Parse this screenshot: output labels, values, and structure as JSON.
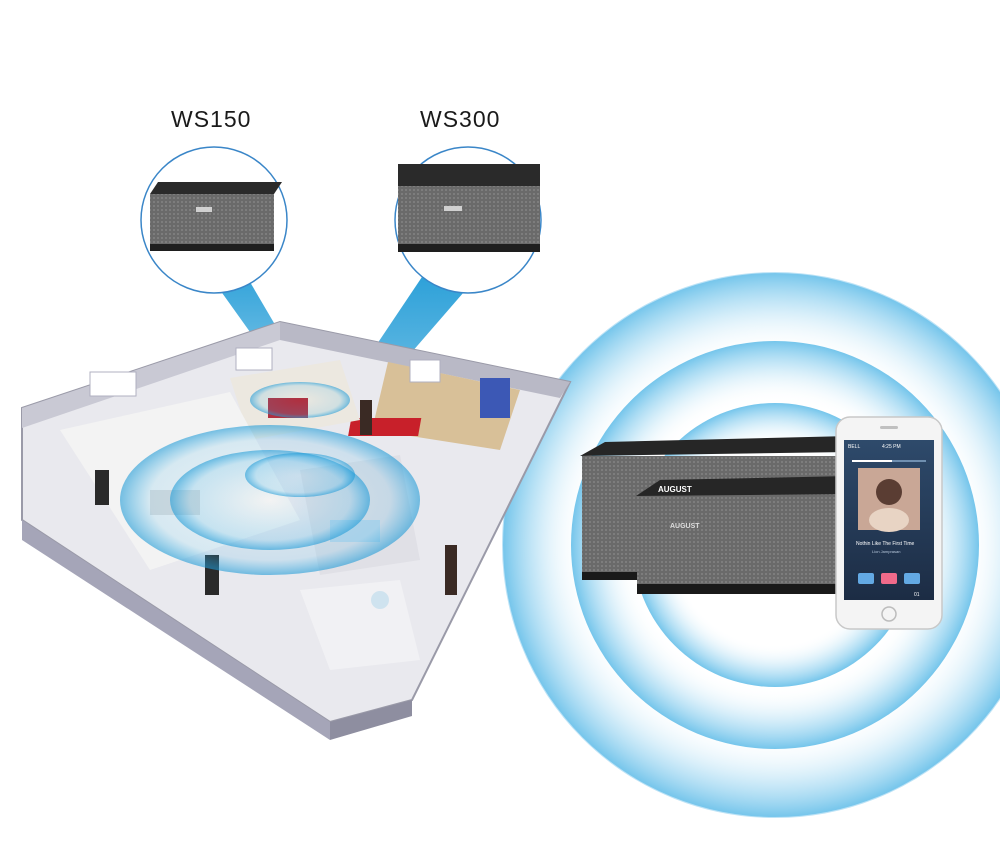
{
  "labels": {
    "ws150": "WS150",
    "ws300": "WS300"
  },
  "brand": {
    "name": "AUGUST"
  },
  "phone": {
    "status_carrier": "BELL",
    "status_time": "4:25 PM",
    "track_title": "Nothin Like The First Time",
    "track_artist": "Lion Jamprasan",
    "badge": "01"
  },
  "colors": {
    "wave_blue": "#7cc8ee",
    "beam_blue": "#1e9ad6",
    "speaker_grille": "#6e6e6e",
    "speaker_top": "#2a2a2a",
    "pause_button": "#f06a8a"
  }
}
